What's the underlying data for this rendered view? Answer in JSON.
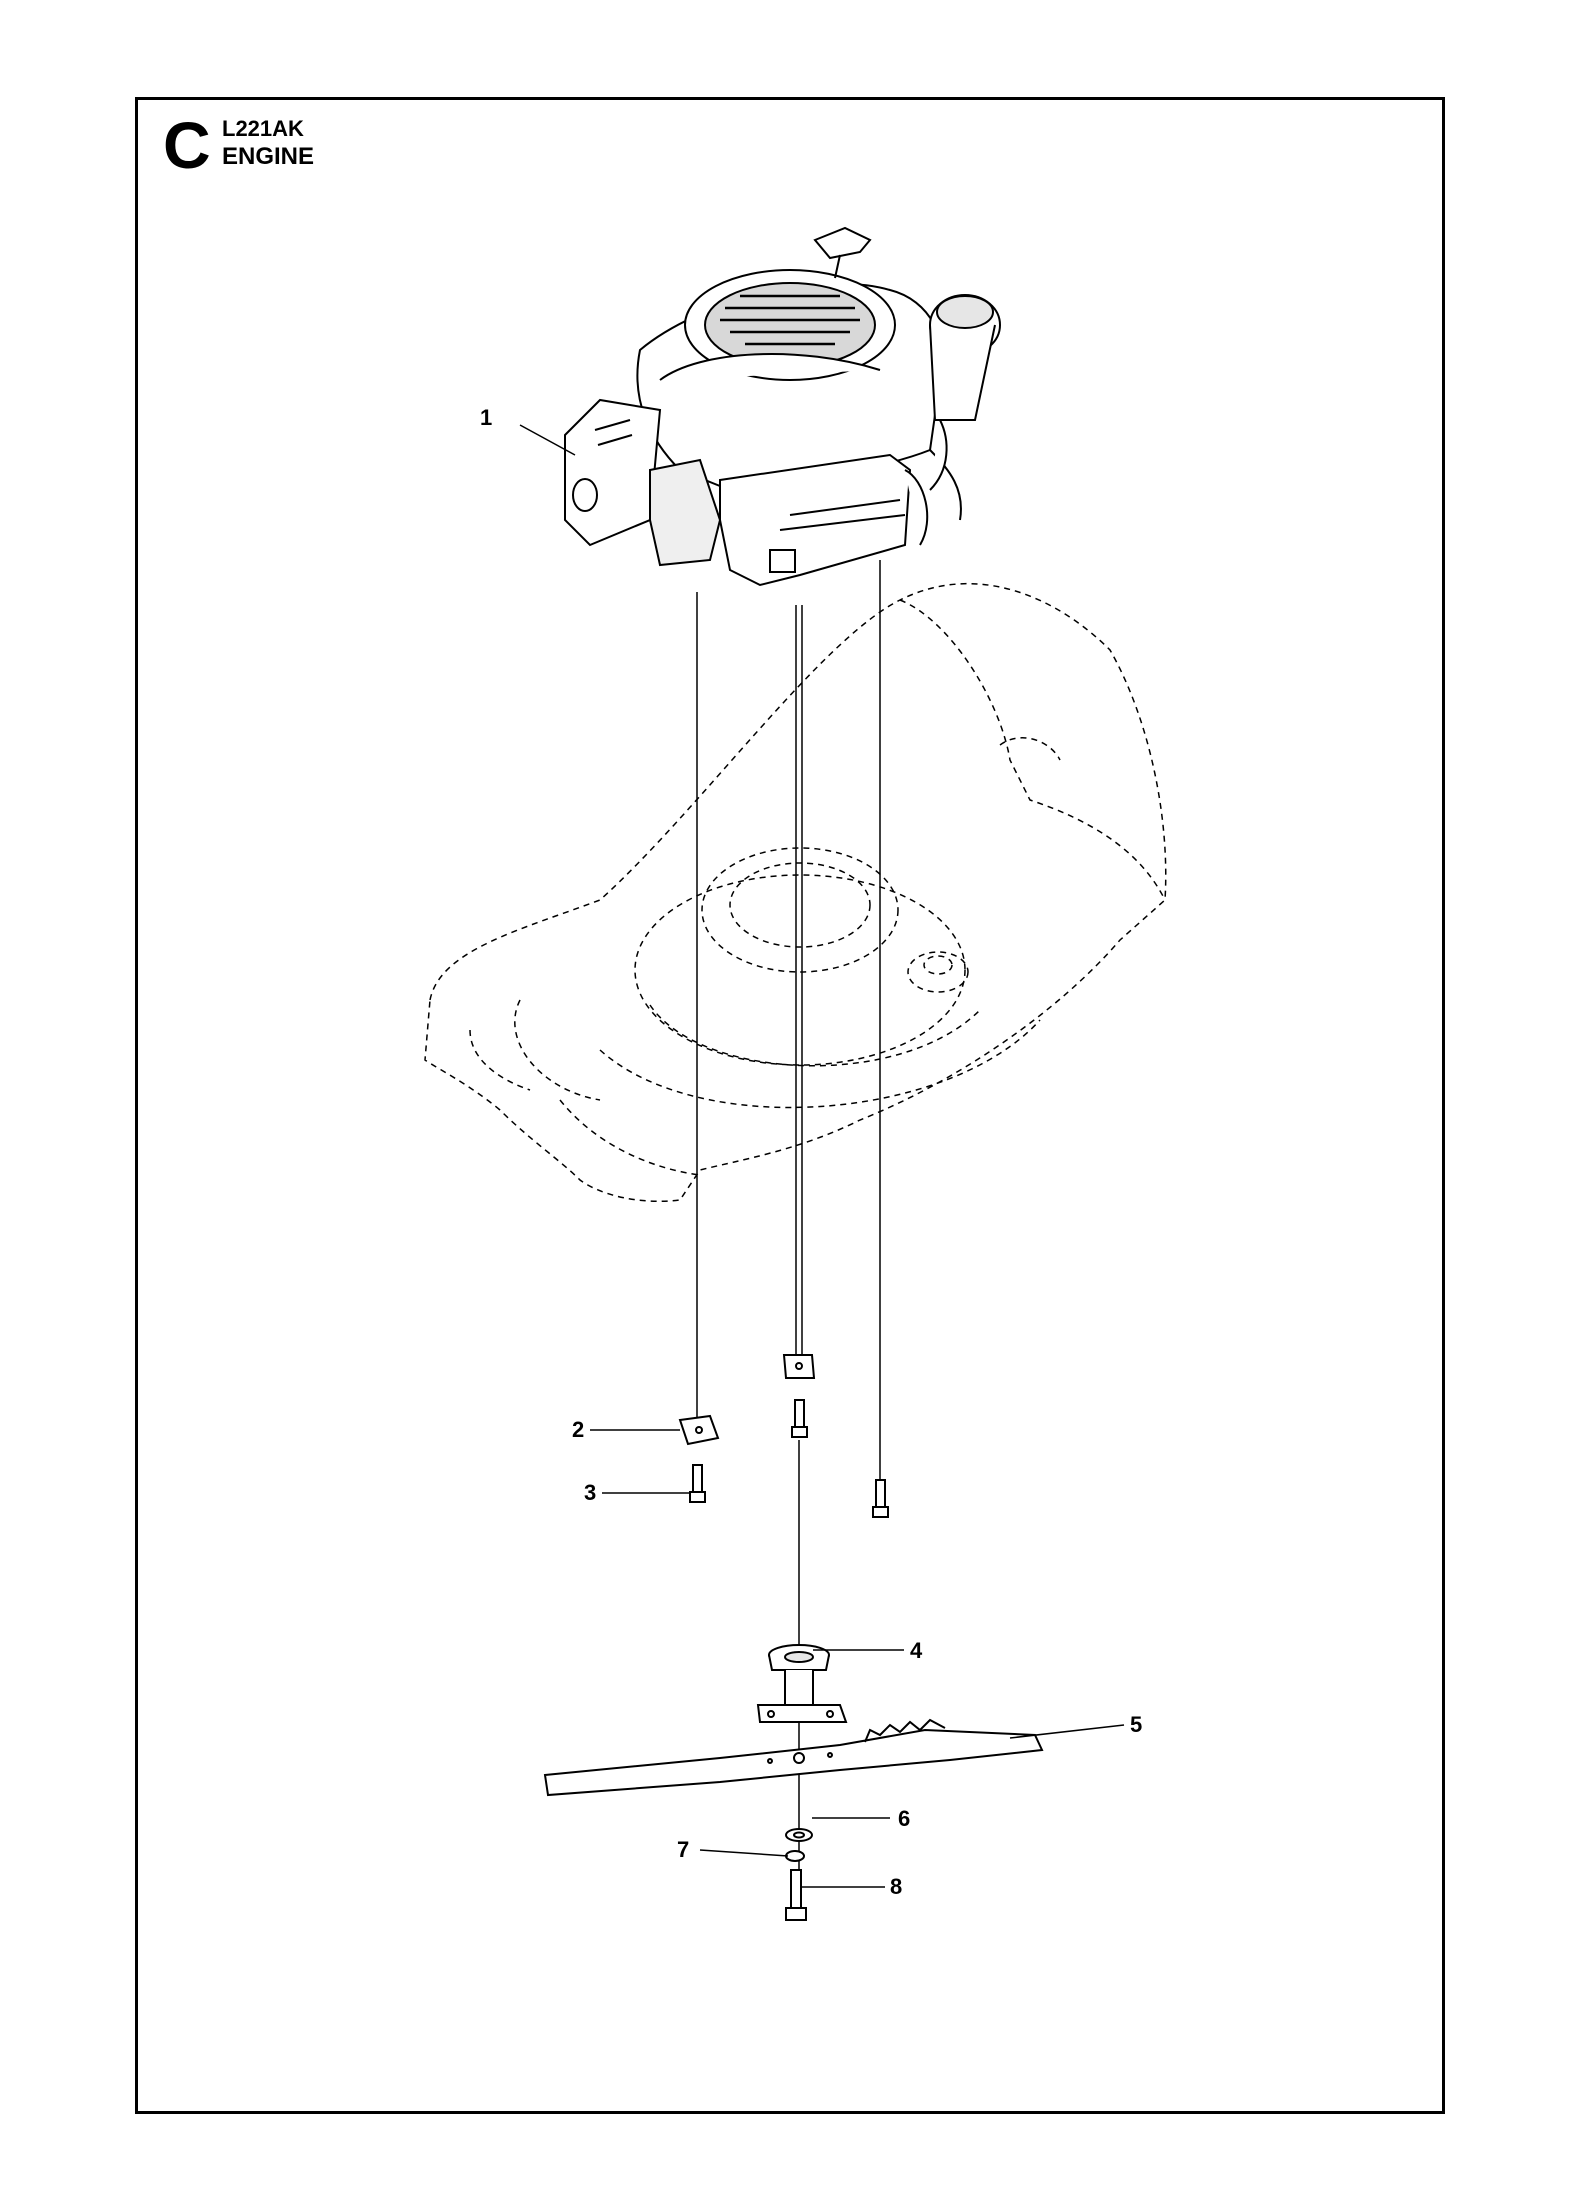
{
  "header": {
    "section_letter": "C",
    "model": "L221AK",
    "title": "ENGINE"
  },
  "callouts": [
    {
      "id": "1",
      "label": "1"
    },
    {
      "id": "2",
      "label": "2"
    },
    {
      "id": "3",
      "label": "3"
    },
    {
      "id": "4",
      "label": "4"
    },
    {
      "id": "5",
      "label": "5"
    },
    {
      "id": "6",
      "label": "6"
    },
    {
      "id": "7",
      "label": "7"
    },
    {
      "id": "8",
      "label": "8"
    }
  ],
  "colors": {
    "ink": "#000000",
    "paper": "#ffffff"
  }
}
